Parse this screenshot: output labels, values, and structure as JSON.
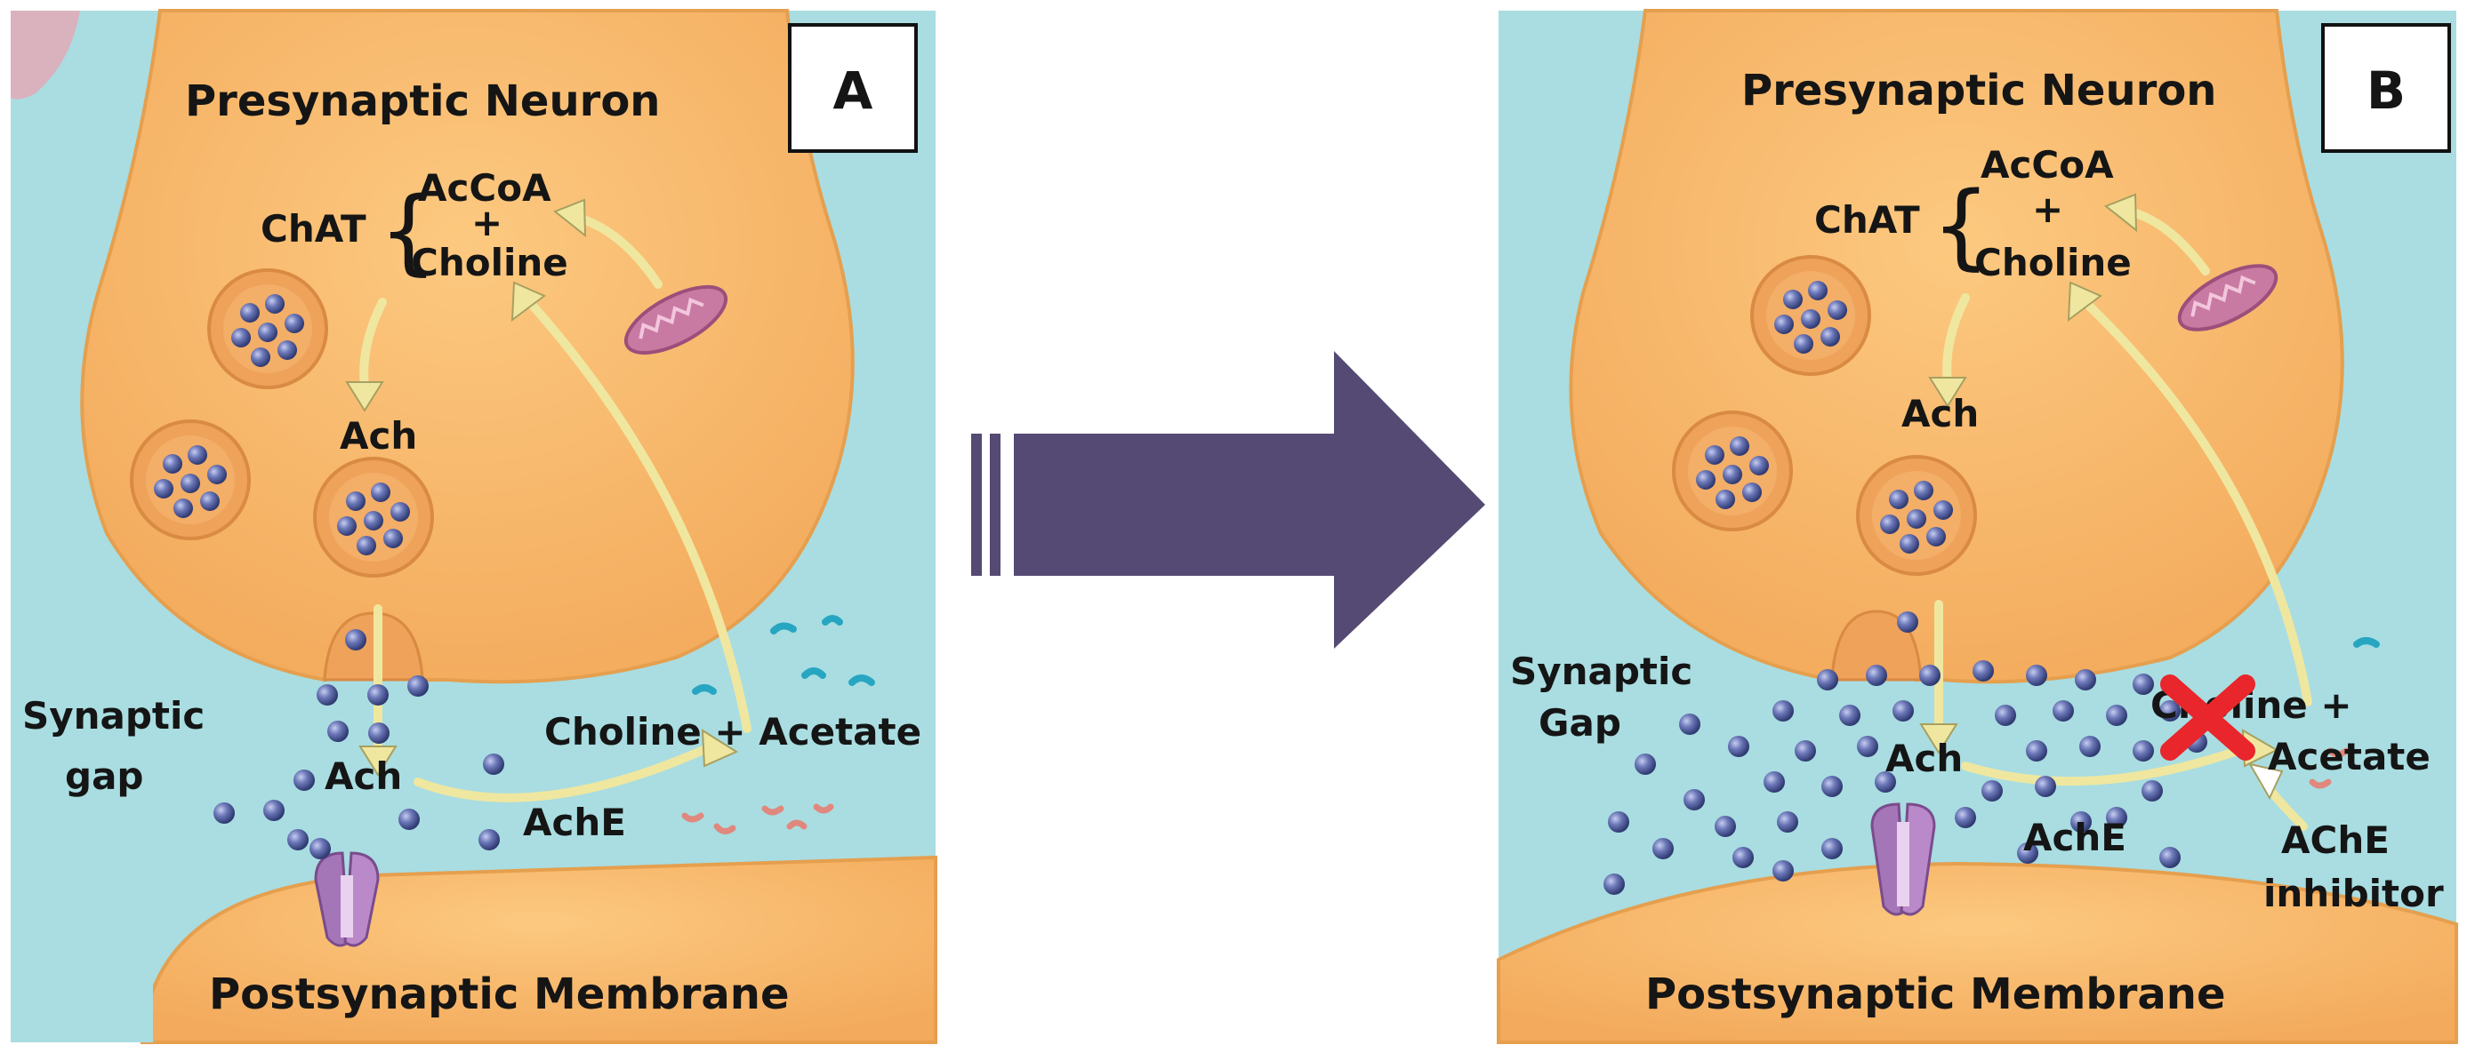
{
  "colors": {
    "background": "#ffffff",
    "cleft": "#a9dde1",
    "neuron": "#f7b768",
    "neuron_edge": "#e59f4e",
    "vesicle": "#efa25a",
    "molecule": "#4d5a9a",
    "transition_arrow": "#554a73",
    "choline_fragment": "#27a6c2",
    "acetate_fragment": "#e0887e",
    "mitochondrion": "#c97aa2",
    "receptor": "#a576b7",
    "inhibition_cross": "#e8262b"
  },
  "transition_arrow_icon": "right-arrow",
  "panel_a": {
    "letter": "A",
    "title": "Presynaptic Neuron",
    "chat": "ChAT",
    "accoa": "AcCoA",
    "plus": "+",
    "choline": "Choline",
    "ach_top": "Ach",
    "synaptic": "Synaptic",
    "gap": "gap",
    "ach_bottom": "Ach",
    "choline_acetate": "Choline + Acetate",
    "ache": "AchE",
    "postsynaptic": "Postsynaptic Membrane"
  },
  "panel_b": {
    "letter": "B",
    "title": "Presynaptic Neuron",
    "chat": "ChAT",
    "accoa": "AcCoA",
    "plus": "+",
    "choline": "Choline",
    "ach_top": "Ach",
    "synaptic": "Synaptic",
    "gap": "Gap",
    "ach_bottom": "Ach",
    "choline_plus": "Choline +",
    "acetate": "Acetate",
    "ache": "AchE",
    "inhibitor_line1": "AChE",
    "inhibitor_line2": "inhibitor",
    "postsynaptic": "Postsynaptic Membrane"
  }
}
